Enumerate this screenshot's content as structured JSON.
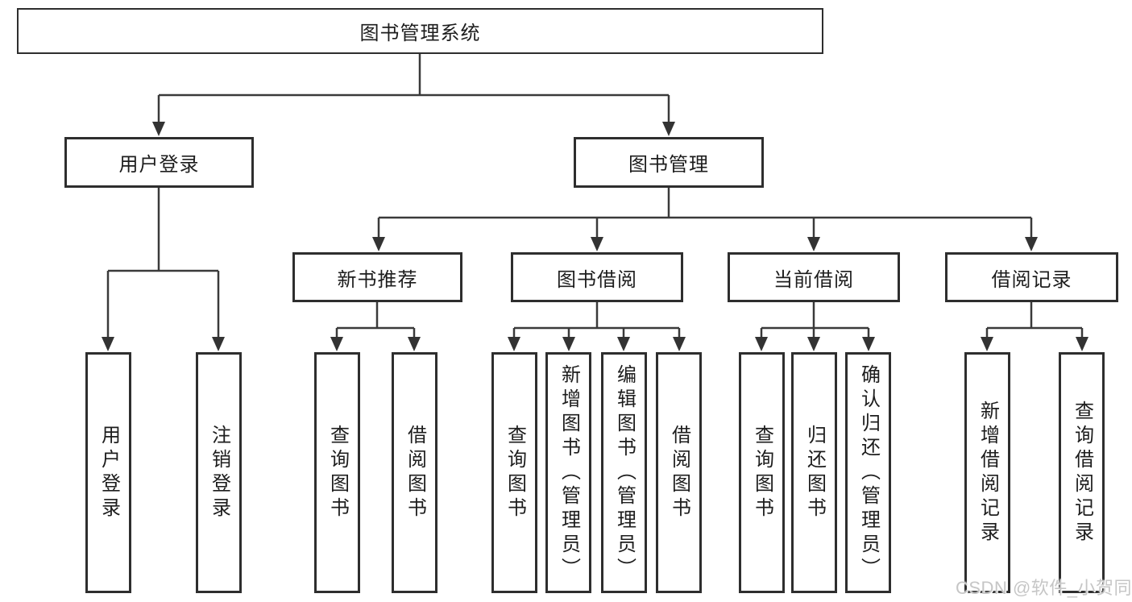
{
  "root": {
    "label": "图书管理系统"
  },
  "user_login": {
    "label": "用户登录",
    "children": [
      {
        "label": "用户登录"
      },
      {
        "label": "注销登录"
      }
    ]
  },
  "book_mgmt": {
    "label": "图书管理",
    "groups": [
      {
        "label": "新书推荐",
        "children": [
          {
            "label": "查询图书"
          },
          {
            "label": "借阅图书"
          }
        ]
      },
      {
        "label": "图书借阅",
        "children": [
          {
            "label": "查询图书"
          },
          {
            "label": "新增图书（管理员）"
          },
          {
            "label": "编辑图书（管理员）"
          },
          {
            "label": "借阅图书"
          }
        ]
      },
      {
        "label": "当前借阅",
        "children": [
          {
            "label": "查询图书"
          },
          {
            "label": "归还图书"
          },
          {
            "label": "确认归还（管理员）"
          }
        ]
      },
      {
        "label": "借阅记录",
        "children": [
          {
            "label": "新增借阅记录"
          },
          {
            "label": "查询借阅记录"
          }
        ]
      }
    ]
  },
  "watermark": "CSDN @软件_小贺同学",
  "colors": {
    "line": "#3a3a3a",
    "arrowhead": "#333333",
    "box_border": "#2e2e2e",
    "box_fill": "#ffffff",
    "text": "#1d1d1d",
    "watermark": "#c6c6c6",
    "background": "#ffffff"
  }
}
